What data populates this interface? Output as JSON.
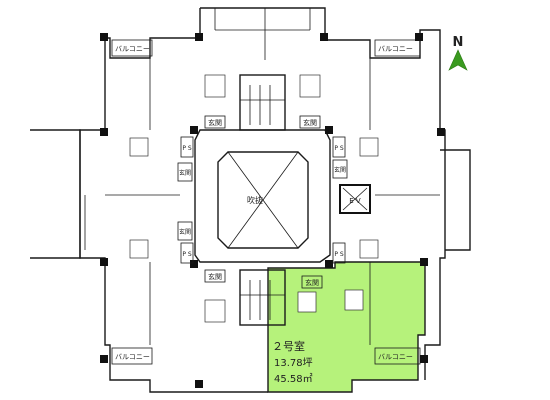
{
  "labels": {
    "balcony": "バルコニー",
    "entrance": "玄関",
    "ps": "P S",
    "ev": "E V",
    "atrium": "吹抜"
  },
  "compass": {
    "letter": "N"
  },
  "unit": {
    "name": "２号室",
    "tsubo": "13.78坪",
    "area": "45.58㎡"
  },
  "colors": {
    "highlight": "#b6f27b",
    "compass": "#3a9a1f"
  }
}
